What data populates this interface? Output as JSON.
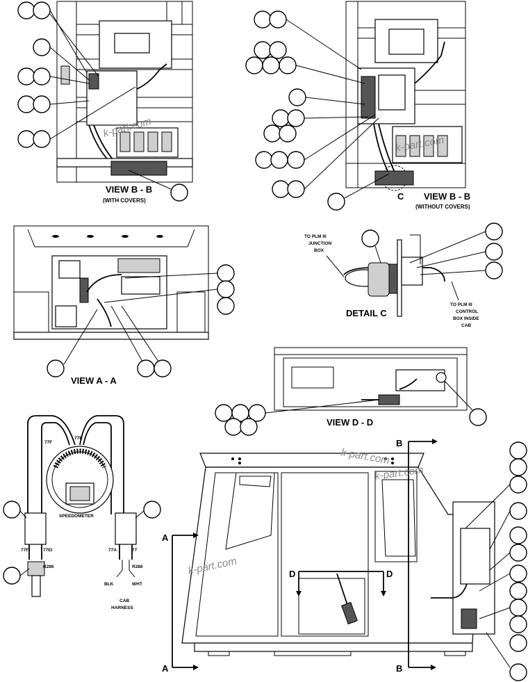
{
  "views": {
    "view_bb_with": "VIEW B - B",
    "view_bb_with_sub": "(WITH COVERS)",
    "view_bb_without": "VIEW B - B",
    "view_bb_without_sub": "(WITHOUT COVERS)",
    "view_aa": "VIEW A - A",
    "detail_c": "DETAIL C",
    "view_dd": "VIEW D - D",
    "detail_c_callout": "C"
  },
  "notes": {
    "junction_box": [
      "TO PLM III",
      "JUNCTION",
      "BOX"
    ],
    "control_box": [
      "TO PLM III",
      "CONTROL",
      "BOX INSIDE",
      "CAB"
    ]
  },
  "speedometer": {
    "label": "SPEEDOMETER",
    "wire_77e": "77E",
    "wire_77f": "77F",
    "wire_77fi": "77FI",
    "wire_77ei": "77EI",
    "wire_77a": "77A",
    "wire_77": "77",
    "wire_r286_left": "R286",
    "wire_r286_right": "R286",
    "blk": "BLK",
    "wht": "WHT",
    "cab_harness": [
      "CAB",
      "HARNESS"
    ]
  },
  "section_markers": {
    "a_top": "A",
    "a_bottom": "A",
    "b_top": "B",
    "b_bottom": "B",
    "d_left": "D",
    "d_right": "D"
  },
  "watermarks": [
    "k-part.com",
    "k-part.com",
    "k-part.com",
    "k-part.com",
    "k-part.com"
  ]
}
